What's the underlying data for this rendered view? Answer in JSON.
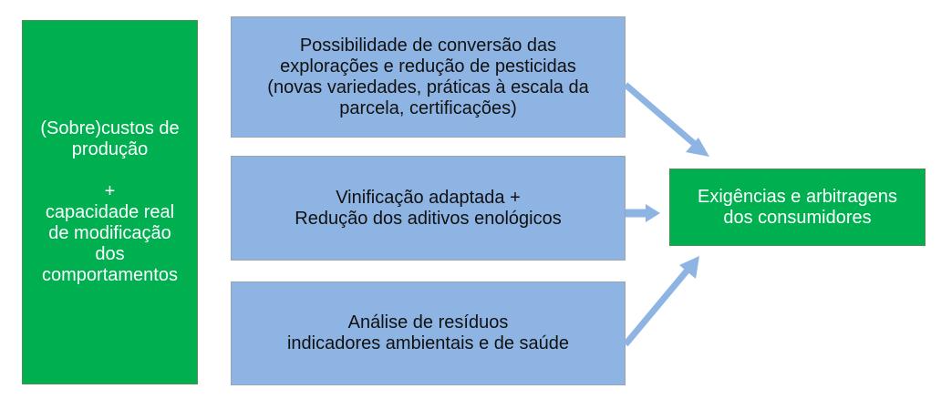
{
  "colors": {
    "green": "#00b050",
    "blue": "#8eb4e3",
    "arrow": "#8eb4e3"
  },
  "left_box": {
    "line1": "(Sobre)custos de",
    "line2": "produção",
    "line3": "+",
    "line4": "capacidade real",
    "line5": "de modificação",
    "line6": "dos",
    "line7": "comportamentos"
  },
  "middle_boxes": [
    {
      "lines": [
        "Possibilidade de conversão das",
        "explorações e redução de pesticidas",
        "(novas variedades, práticas à escala da",
        "parcela, certificações)"
      ]
    },
    {
      "lines": [
        "Vinificação adaptada  +",
        "Redução  dos aditivos enológicos"
      ]
    },
    {
      "lines": [
        "Análise de resíduos",
        "indicadores ambientais e de saúde"
      ]
    }
  ],
  "right_box": {
    "line1": "Exigências e arbitragens",
    "line2": "dos consumidores"
  }
}
